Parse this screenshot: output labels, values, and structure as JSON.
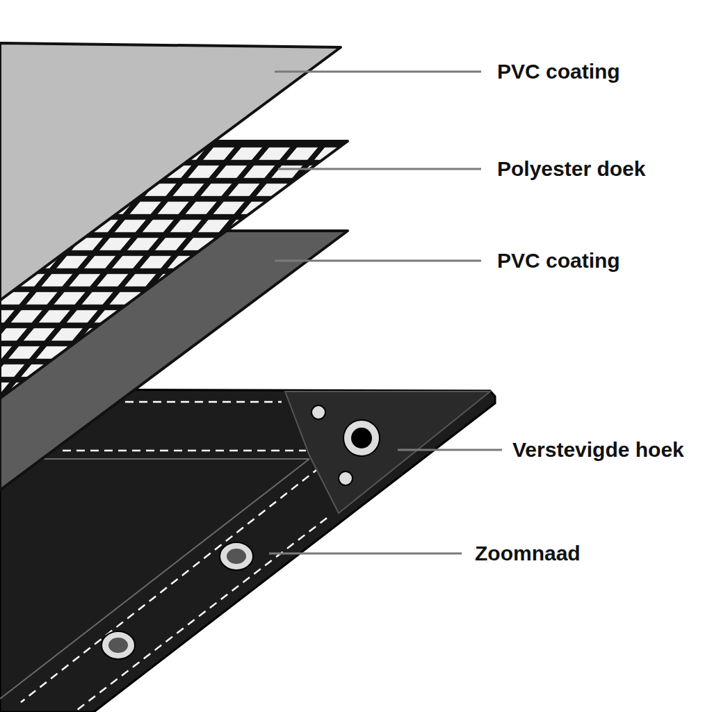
{
  "diagram": {
    "labels": [
      "PVC coating",
      "Polyester doek",
      "PVC coating",
      "Verstevigde hoek",
      "Zoomnaad"
    ]
  }
}
